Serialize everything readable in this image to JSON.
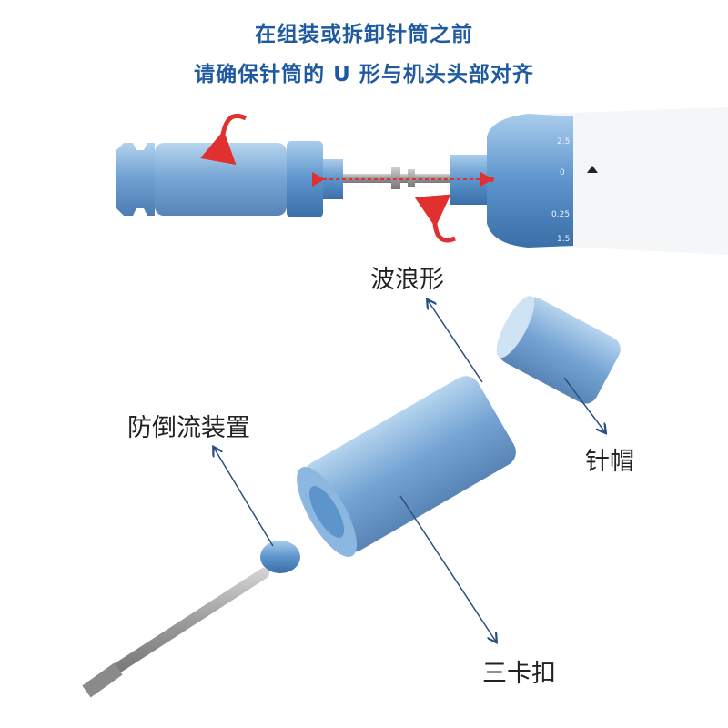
{
  "header": {
    "line1": "在组装或拆卸针筒之前",
    "line2": "请确保针筒的 U 形与机头头部对齐"
  },
  "labels": {
    "wave": "波浪形",
    "backflow": "防倒流装置",
    "cap": "针帽",
    "clip": "三卡扣"
  },
  "dial": [
    "2.5",
    "0",
    "0.25",
    "1.5"
  ],
  "colors": {
    "title": "#1f5aa0",
    "arrow": "#e03030",
    "pointer": "#2a4f80",
    "body": "#6f9fd0"
  }
}
